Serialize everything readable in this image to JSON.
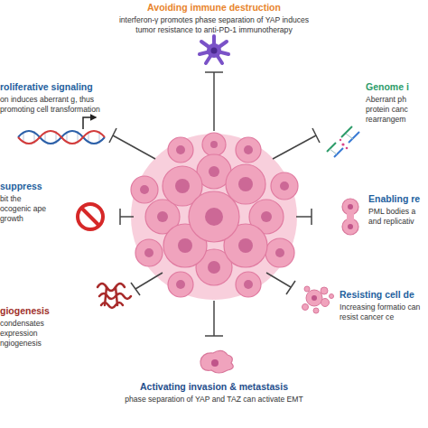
{
  "diagram": {
    "nodes": [
      {
        "text": [
          "Avoiding immune destruction",
          "interferon-γ promotes phase separation of YAP induces tumor resistance to anti-PD-1 immunotherapy"
        ]
      },
      {
        "text": [
          "roliferative signaling",
          "on induces aberrant g, thus promoting cell transformation"
        ]
      },
      {
        "text": [
          "Genome i",
          "Aberrant ph protein canc rearrangem"
        ]
      },
      {
        "text": [
          "suppress",
          "bit the ocogenic ape growth"
        ]
      },
      {
        "text": [
          "Enabling re",
          "PML bodies a and replicativ"
        ]
      },
      {
        "text": [
          "giogenesis",
          "condensates expression ngiogenesis"
        ]
      },
      {
        "text": [
          "Resisting cell de",
          "Increasing formatio can resist cancer ce"
        ]
      },
      {
        "text": [
          "Activating invasion & metastasis",
          "phase separation of YAP and TAZ can activate EMT"
        ]
      }
    ]
  }
}
